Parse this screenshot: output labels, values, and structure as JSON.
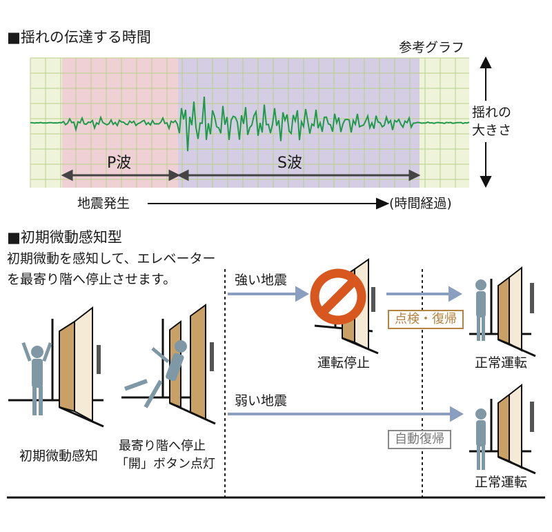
{
  "section1": {
    "title": "■揺れの伝達する時間",
    "ref_label": "参考グラフ",
    "axis_y_line1": "揺れの",
    "axis_y_line2": "大きさ",
    "p_wave": "P波",
    "s_wave": "S波",
    "start_label": "地震発生",
    "end_label": "(時間経過)"
  },
  "section2": {
    "title": "■初期微動感知型",
    "desc_line1": "初期微動を感知して、エレベーター",
    "desc_line2": "を最寄り階へ停止させます。",
    "strong_label": "強い地震",
    "weak_label": "弱い地震",
    "stop_label": "運転停止",
    "inspect_label": "点検・復帰",
    "auto_label": "自動復帰",
    "normal_top": "正常運転",
    "normal_bottom": "正常運転",
    "detect_label": "初期微動感知",
    "nearest_line1": "最寄り階へ停止",
    "nearest_line2": "「開」ボタン点灯"
  },
  "colors": {
    "grid_bg": "#eef3da",
    "grid_line": "#b9d08a",
    "p_region": "#efc9d4",
    "s_region": "#cfc6e4",
    "wave": "#1f9a4a",
    "arrow_blue": "#8a9ec0",
    "inspect_border": "#b5823f",
    "auto_border": "#888888",
    "stop_sign": "#d8571e",
    "person": "#7f98a6",
    "door_wood": "#c9a066"
  }
}
